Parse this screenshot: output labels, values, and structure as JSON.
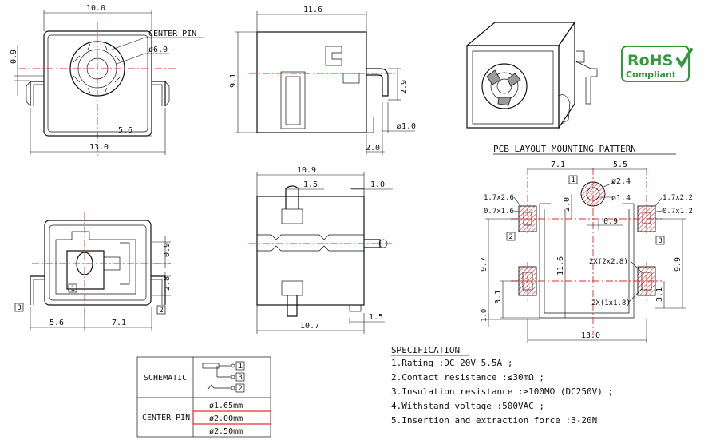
{
  "front_view": {
    "dim_width": "10.0",
    "dim_left": "0.9",
    "label_center_pin": "CENTER PIN",
    "dim_diameter": "ø6.0",
    "dim_pin_offset": "5.6",
    "dim_overall_width": "13.0"
  },
  "side_view": {
    "dim_length": "11.6",
    "dim_height": "9.1",
    "dim_pin_height": "2.9",
    "dim_pin_dia": "ø1.0",
    "dim_pin_width": "2.0"
  },
  "bottom_view": {
    "dim_a": "0.9",
    "dim_b": "2.8",
    "dim_c": "5.6",
    "dim_d": "7.1",
    "pin1": "1",
    "pin2": "2",
    "pin3": "3"
  },
  "top_view": {
    "dim_length": "10.9",
    "dim_tab": "1.5",
    "dim_tab2": "1.0",
    "dim_base": "10.7",
    "dim_tab3": "1.5"
  },
  "rohs": {
    "line1": "RoHS",
    "line2": "Compliant"
  },
  "pcb": {
    "title": "PCB LAYOUT MOUNTING PATTERN",
    "dim_7_1": "7.1",
    "dim_5_5": "5.5",
    "pin1": "1",
    "dim_d24": "ø2.4",
    "dim_d14": "ø1.4",
    "dim_l1": "1.7x2.6",
    "dim_l2": "0.7x1.6",
    "dim_r1": "1.7x2.2",
    "dim_r2": "0.7x1.2",
    "dim_2_0": "2.0",
    "dim_0_9": "0.9",
    "pin2": "2",
    "pin3": "3",
    "dim_9_7": "9.7",
    "dim_11_6": "11.6",
    "dim_9_9": "9.9",
    "dim_2x_a": "2X(2x2.8)",
    "dim_2x_b": "2X(1x1.8)",
    "dim_3_1a": "3.1",
    "dim_3_1b": "3.1",
    "dim_1_0": "1.0",
    "dim_13_0": "13.0"
  },
  "schematic": {
    "label_schematic": "SCHEMATIC",
    "label_center_pin": "CENTER PIN",
    "pin1": "1",
    "pin3": "3",
    "pin2": "2",
    "options": [
      "ø1.65mm",
      "ø2.00mm",
      "ø2.50mm"
    ]
  },
  "spec": {
    "title": "SPECIFICATION",
    "items": [
      "1.Rating :DC 20V 5.5A ;",
      "2.Contact resistance :≤30mΩ ;",
      "3.Insulation resistance :≥100MΩ (DC250V) ;",
      "4.Withstand voltage :500VAC ;",
      "5.Insertion and extraction force :3-20N"
    ]
  },
  "colors": {
    "centerline": "#e0282a",
    "rohs_green": "#2f9a3a",
    "highlight": "#e0282a"
  }
}
